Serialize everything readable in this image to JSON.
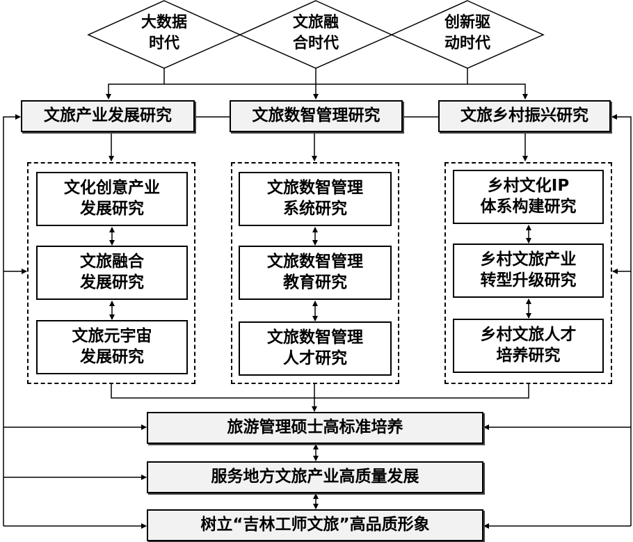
{
  "diamonds": [
    {
      "line1": "大数据",
      "line2": "时代"
    },
    {
      "line1": "文旅融",
      "line2": "合时代"
    },
    {
      "line1": "创新驱",
      "line2": "动时代"
    }
  ],
  "research_areas": [
    {
      "title": "文旅产业发展研究",
      "items": [
        [
          "文化创意产业",
          "发展研究"
        ],
        [
          "文旅融合",
          "发展研究"
        ],
        [
          "文旅元宇宙",
          "发展研究"
        ]
      ]
    },
    {
      "title": "文旅数智管理研究",
      "items": [
        [
          "文旅数智管理",
          "系统研究"
        ],
        [
          "文旅数智管理",
          "教育研究"
        ],
        [
          "文旅数智管理",
          "人才研究"
        ]
      ]
    },
    {
      "title": "文旅乡村振兴研究",
      "items": [
        [
          "乡村文化IP",
          "体系构建研究"
        ],
        [
          "乡村文旅产业",
          "转型升级研究"
        ],
        [
          "乡村文旅人才",
          "培养研究"
        ]
      ]
    }
  ],
  "outcomes": [
    "旅游管理硕士高标准培养",
    "服务地方文旅产业高质量发展",
    "树立“吉林工师文旅”高品质形象"
  ]
}
